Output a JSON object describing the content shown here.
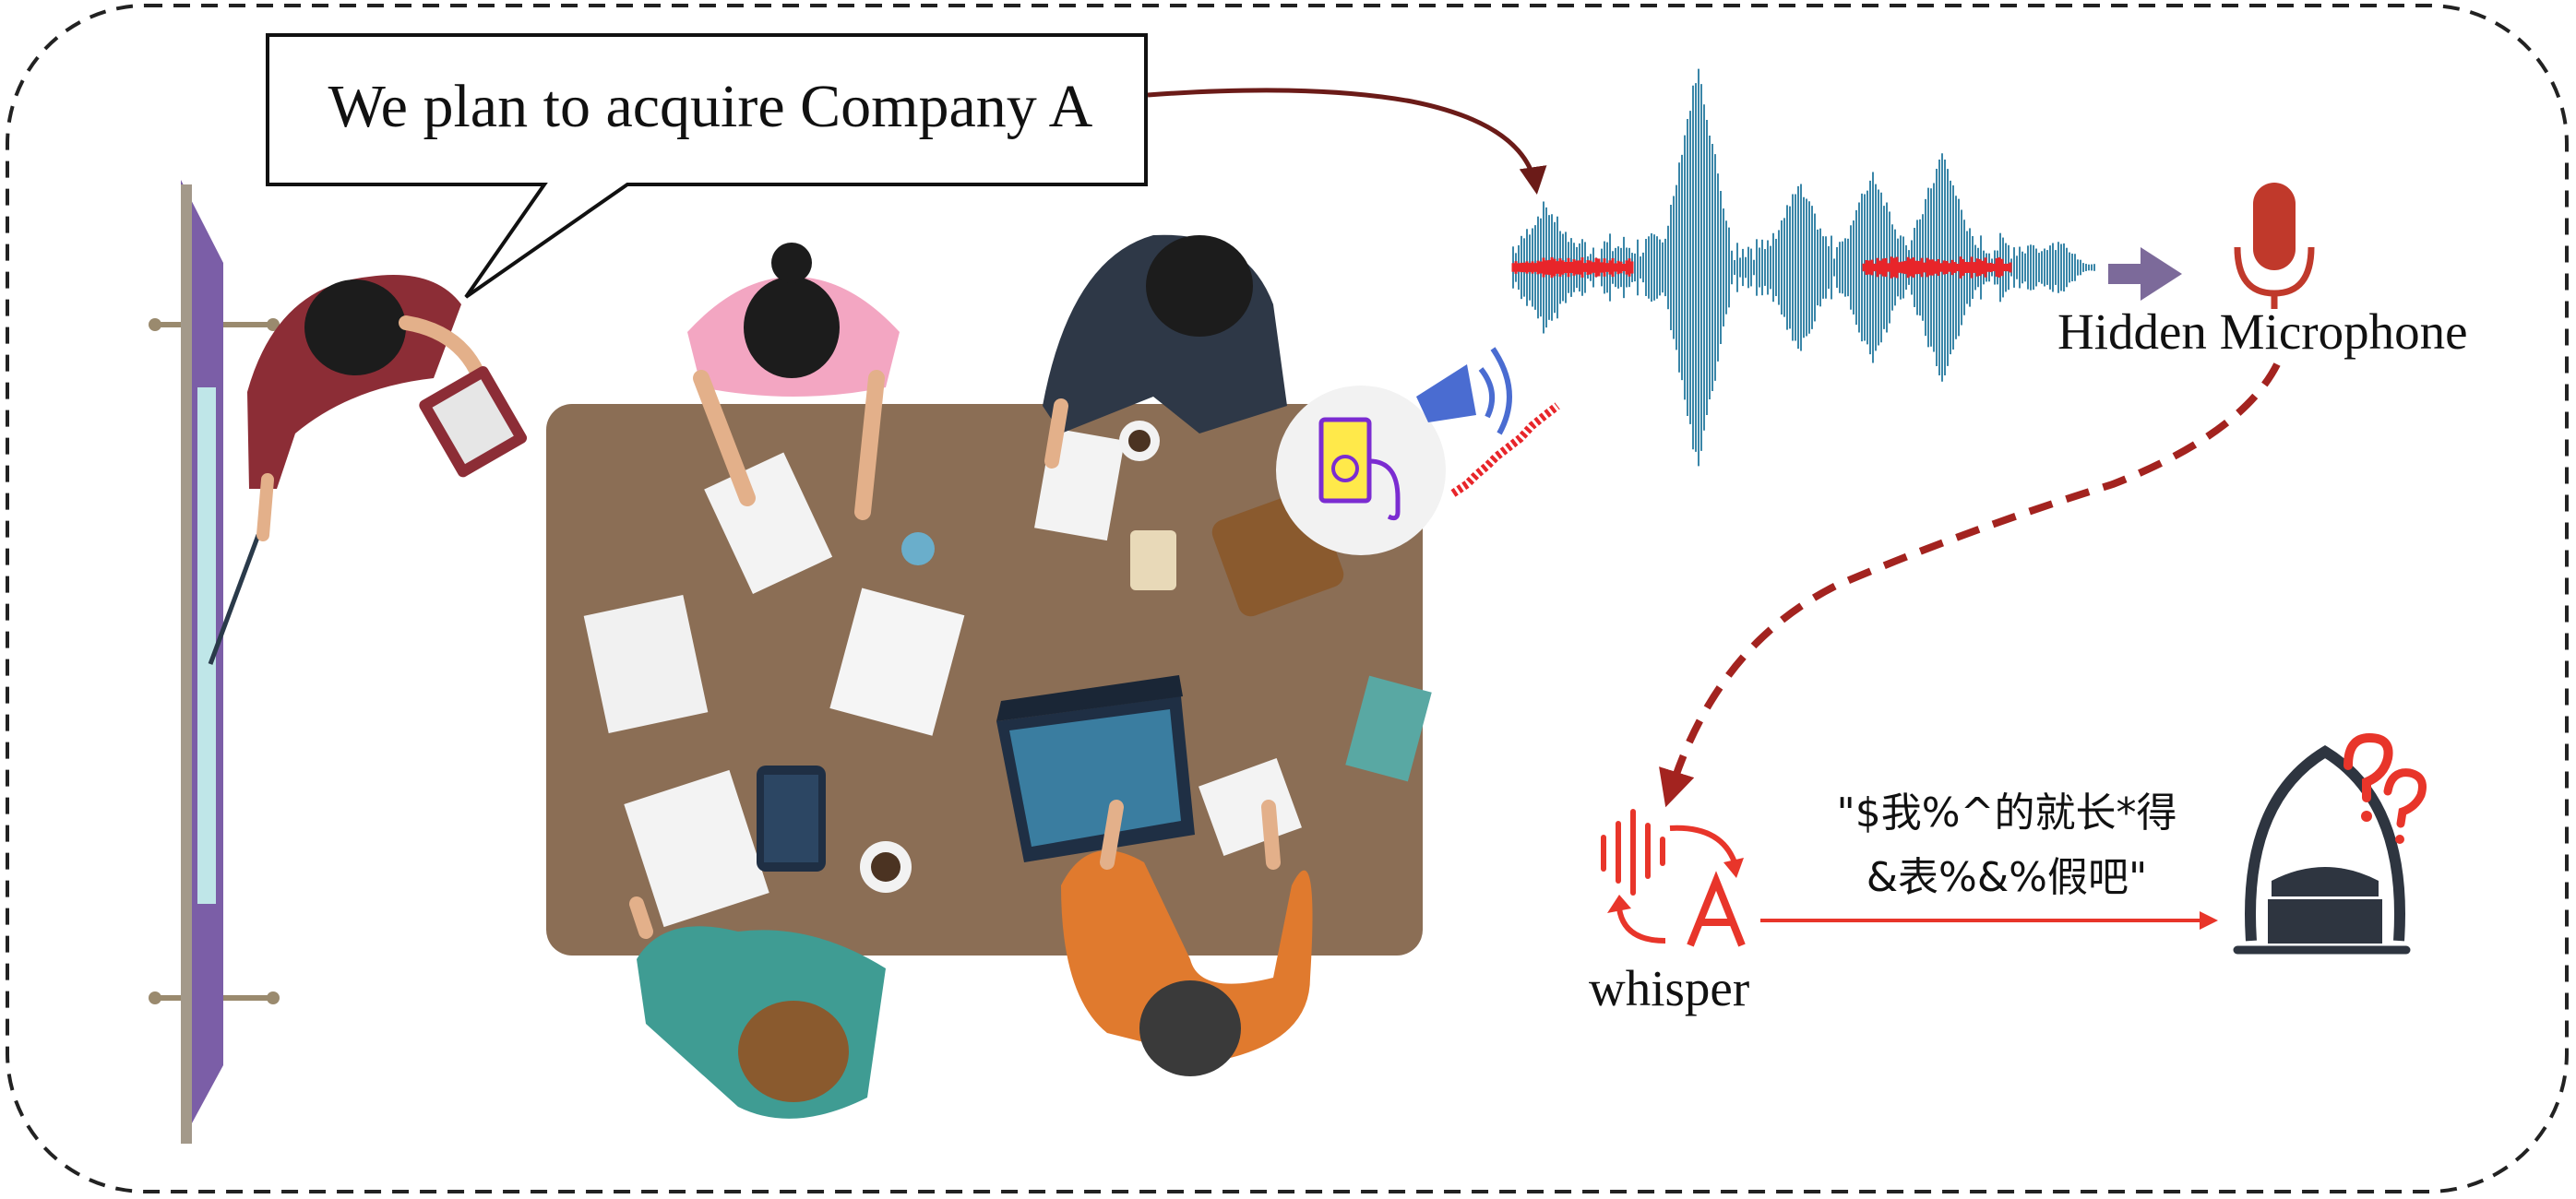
{
  "speech_bubble": {
    "text": "We plan to acquire Company A"
  },
  "microphone": {
    "label": "Hidden Microphone"
  },
  "asr": {
    "label": "whisper"
  },
  "transcript": {
    "line1": "\"$我%^的就长*得",
    "line2": "&表%&%假吧\""
  },
  "colors": {
    "frame": "#222222",
    "table": "#8b6e55",
    "whiteboard": "#7b5ea7",
    "waveform": "#3a86a8",
    "injected_noise": "#e8252a",
    "microphone": "#c0392b",
    "dashed_path": "#a3231f",
    "output_arrow": "#e8352a",
    "eavesdropper": "#2e3540",
    "question_marks": "#e8352a",
    "speaker_device": "#7b2cd1",
    "small_arrow": "#7c6a9a"
  },
  "icons": [
    "speech-bubble",
    "waveform",
    "microphone-icon",
    "whisper-icon",
    "eavesdropper-icon",
    "question-mark-icon",
    "audio-player-icon",
    "speaker-horn-icon"
  ]
}
